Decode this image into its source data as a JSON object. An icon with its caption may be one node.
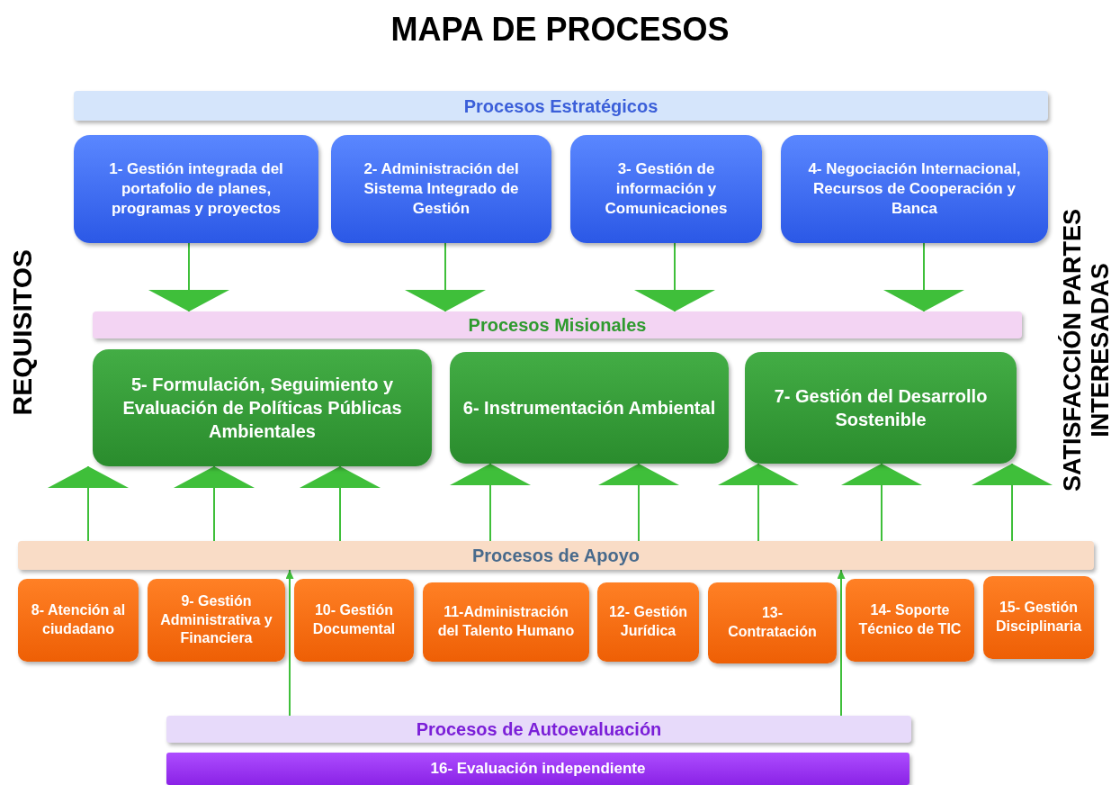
{
  "diagram": {
    "title": "MAPA DE PROCESOS",
    "nodes": [
      {
        "text": [
          "Procesos Estratégicos"
        ]
      },
      {
        "text": [
          "1- Gestión integrada del portafolio de planes, programas y proyectos"
        ]
      },
      {
        "text": [
          "2- Administración del Sistema Integrado de Gestión"
        ]
      },
      {
        "text": [
          "3- Gestión de información y Comunicaciones"
        ]
      },
      {
        "text": [
          "4- Negociación Internacional, Recursos de Cooperación y Banca"
        ]
      },
      {
        "text": [
          "Procesos Misionales"
        ]
      },
      {
        "text": [
          "5- Formulación, Seguimiento y Evaluación de Políticas Públicas Ambientales"
        ]
      },
      {
        "text": [
          "6- Instrumentación Ambiental"
        ]
      },
      {
        "text": [
          "7- Gestión del Desarrollo Sostenible"
        ]
      },
      {
        "text": [
          "Procesos de Apoyo"
        ]
      },
      {
        "text": [
          "8- Atención al ciudadano"
        ]
      },
      {
        "text": [
          "9- Gestión Administrativa y Financiera"
        ]
      },
      {
        "text": [
          "10- Gestión Documental"
        ]
      },
      {
        "text": [
          "11-Administración del Talento Humano"
        ]
      },
      {
        "text": [
          "12- Gestión Jurídica"
        ]
      },
      {
        "text": [
          "13- Contratación"
        ]
      },
      {
        "text": [
          "14- Soporte Técnico de TIC"
        ]
      },
      {
        "text": [
          "15- Gestión Disciplinaria"
        ]
      },
      {
        "text": [
          "Procesos de Autoevaluación"
        ]
      },
      {
        "text": [
          "16- Evaluación independiente"
        ]
      }
    ],
    "edges": [
      {
        "from": 1,
        "to": 5,
        "arrow": "to"
      },
      {
        "from": 2,
        "to": 5,
        "arrow": "to"
      },
      {
        "from": 3,
        "to": 5,
        "arrow": "to"
      },
      {
        "from": 4,
        "to": 5,
        "arrow": "to"
      },
      {
        "from": 9,
        "to": 6,
        "arrow": "to"
      },
      {
        "from": 9,
        "to": 6,
        "arrow": "to"
      },
      {
        "from": 9,
        "to": 6,
        "arrow": "to"
      },
      {
        "from": 9,
        "to": 7,
        "arrow": "to"
      },
      {
        "from": 9,
        "to": 7,
        "arrow": "to"
      },
      {
        "from": 9,
        "to": 8,
        "arrow": "to"
      },
      {
        "from": 9,
        "to": 8,
        "arrow": "to"
      },
      {
        "from": 9,
        "to": 8,
        "arrow": "to"
      },
      {
        "from": 18,
        "to": 9,
        "arrow": "to"
      },
      {
        "from": 18,
        "to": 9,
        "arrow": "to"
      }
    ],
    "labels": [
      "REQUISITOS",
      "SATISFACCIÓN PARTES INTERESADAS"
    ]
  }
}
